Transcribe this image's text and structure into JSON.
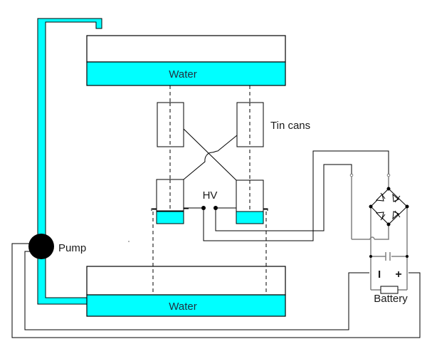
{
  "diagram": {
    "title": "Kelvin water dropper apparatus",
    "colors": {
      "water": "#00ffff",
      "stroke": "#000000",
      "grey_wire": "#808080",
      "pump": "#000000"
    },
    "labels": {
      "upper_tank": "Water",
      "lower_tank": "Water",
      "tin_cans": "Tin cans",
      "hv": "HV",
      "pump": "Pump",
      "battery": "Battery",
      "battery_minus": "I",
      "battery_plus": "+"
    },
    "components": [
      {
        "id": "upper-tank",
        "type": "water tank",
        "label": "Water"
      },
      {
        "id": "lower-tank",
        "type": "water tank",
        "label": "Water"
      },
      {
        "id": "pump",
        "type": "pump",
        "label": "Pump"
      },
      {
        "id": "pipe",
        "type": "pipe",
        "from": "lower-tank",
        "to": "upper-tank",
        "via": "pump"
      },
      {
        "id": "upper-rings",
        "type": "tin can",
        "count": 2
      },
      {
        "id": "lower-cans",
        "type": "tin can",
        "count": 2
      },
      {
        "id": "hv-terminals",
        "type": "spark gap",
        "label": "HV"
      },
      {
        "id": "bridge-rectifier",
        "type": "diode bridge",
        "diodes": 4
      },
      {
        "id": "capacitor",
        "type": "capacitor"
      },
      {
        "id": "battery",
        "type": "battery",
        "label": "Battery"
      }
    ]
  }
}
